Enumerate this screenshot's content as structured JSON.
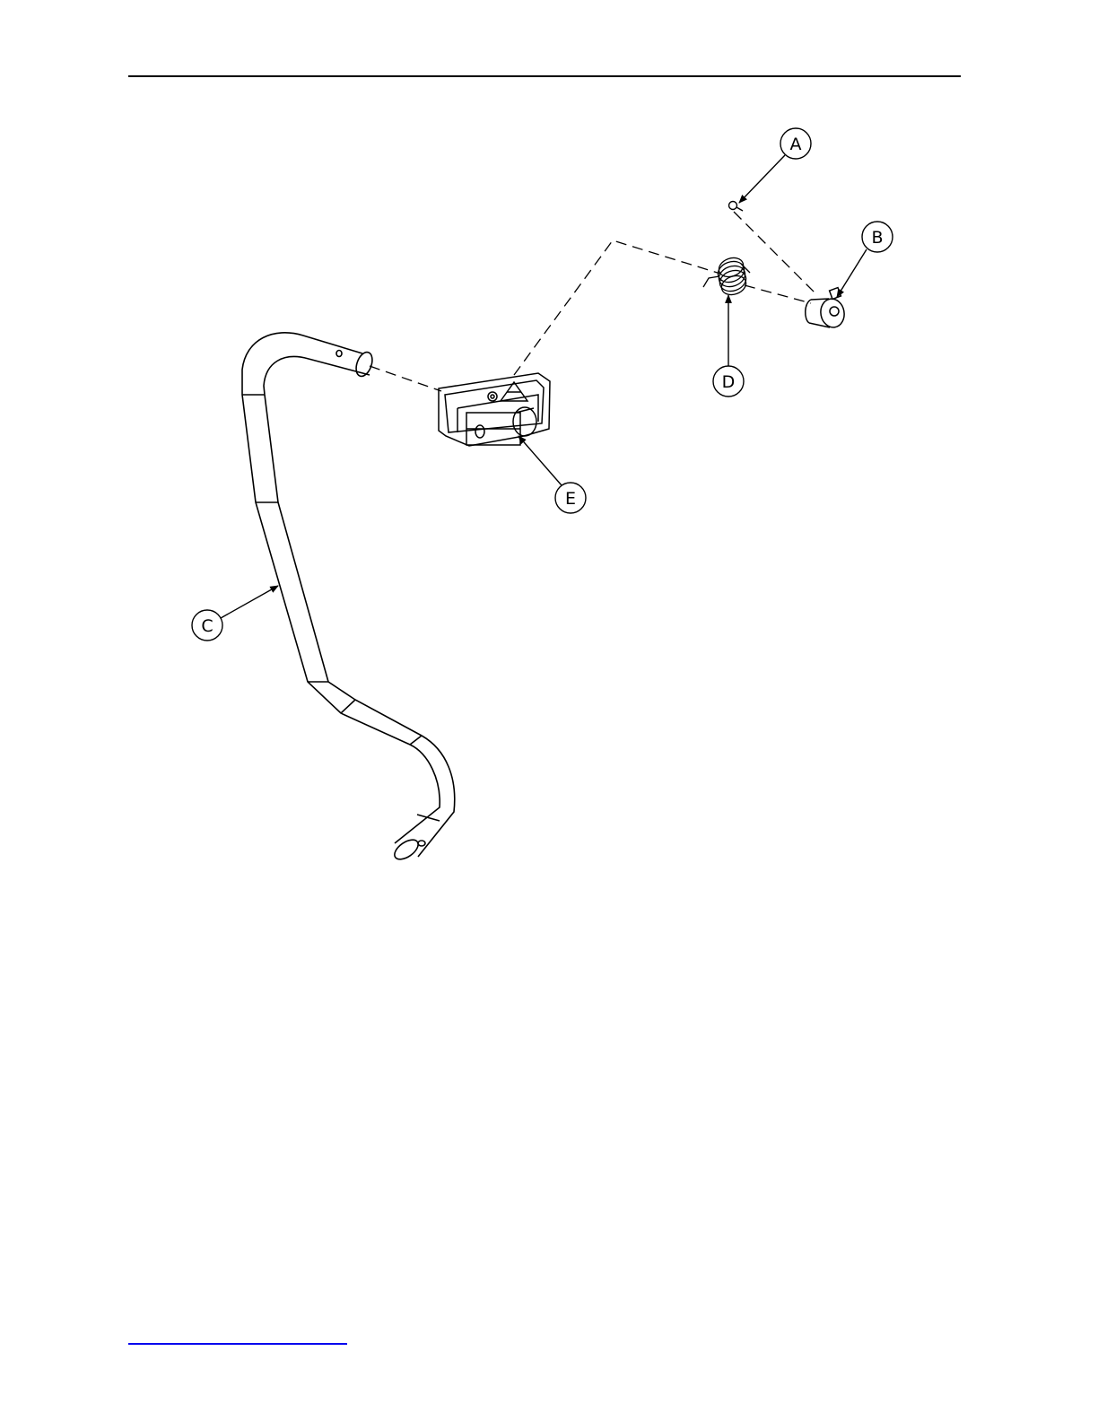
{
  "callouts": {
    "a": "A",
    "b": "B",
    "c": "C",
    "d": "D",
    "e": "E"
  },
  "colors": {
    "ink": "#000000",
    "footer_link": "#0000ee"
  }
}
